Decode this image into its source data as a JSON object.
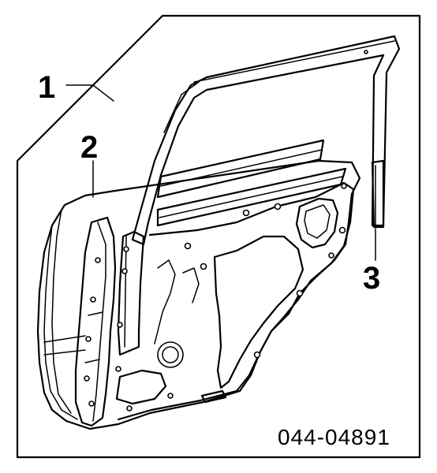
{
  "diagram": {
    "callouts": [
      {
        "id": "1",
        "label": "1"
      },
      {
        "id": "2",
        "label": "2"
      },
      {
        "id": "3",
        "label": "3"
      }
    ],
    "part_number": "044-04891",
    "line_color": "#000000",
    "background_color": "#ffffff"
  }
}
